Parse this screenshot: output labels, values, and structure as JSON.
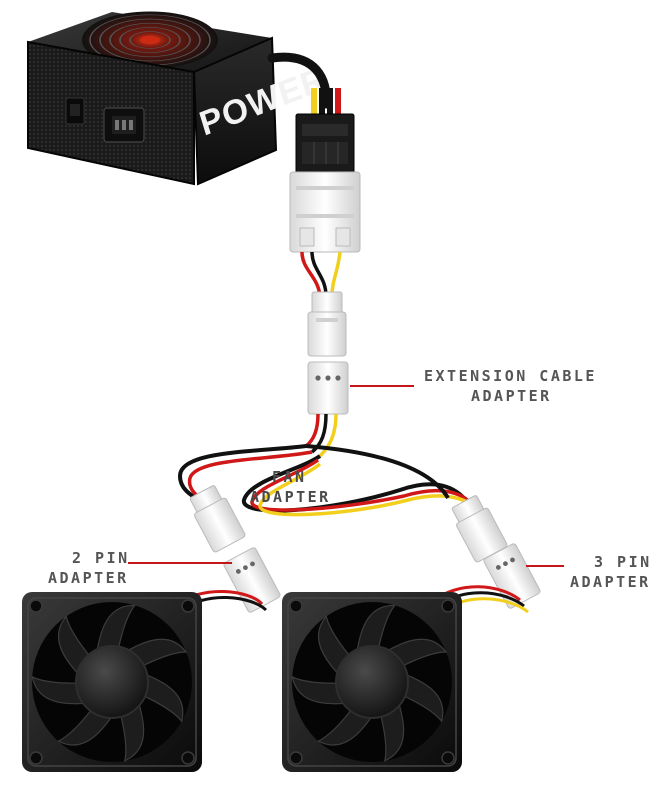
{
  "psu": {
    "brand_text": "POWER"
  },
  "labels": {
    "extension": {
      "line1": "EXTENSION CABLE",
      "line2": "ADAPTER"
    },
    "fan": {
      "line1": "FAN",
      "line2": "ADAPTER"
    },
    "two_pin": {
      "line1": "2 PIN",
      "line2": "ADAPTER"
    },
    "three_pin": {
      "line1": "3 PIN",
      "line2": "ADAPTER"
    }
  },
  "colors": {
    "leader_line": "#c41818",
    "wire_red": "#d01818",
    "wire_yellow": "#f2cf1d",
    "wire_black": "#111111",
    "connector": "#f2f2f2"
  }
}
